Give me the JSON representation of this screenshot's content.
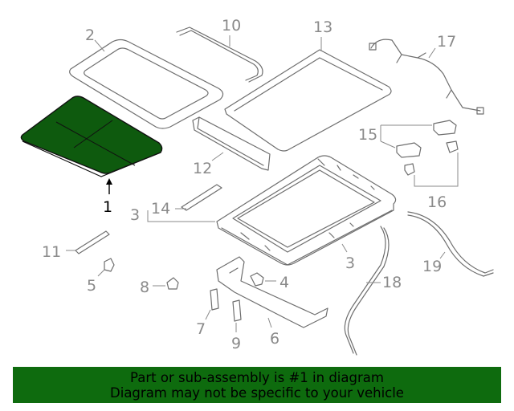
{
  "callouts": {
    "c1": "1",
    "c2": "2",
    "c3a": "3",
    "c3b": "3",
    "c4": "4",
    "c5": "5",
    "c6": "6",
    "c7": "7",
    "c8": "8",
    "c9": "9",
    "c10": "10",
    "c11": "11",
    "c12": "12",
    "c13": "13",
    "c14": "14",
    "c15": "15",
    "c16": "16",
    "c17": "17",
    "c18": "18",
    "c19": "19"
  },
  "banner": {
    "line1": "Part or sub-assembly is #1 in diagram",
    "line2": "Diagram may not be specific to your vehicle"
  },
  "colors": {
    "highlight_part": "#0e5a0e",
    "banner_background": "#0e6b0e",
    "callout_text": "#8a8a8a"
  }
}
